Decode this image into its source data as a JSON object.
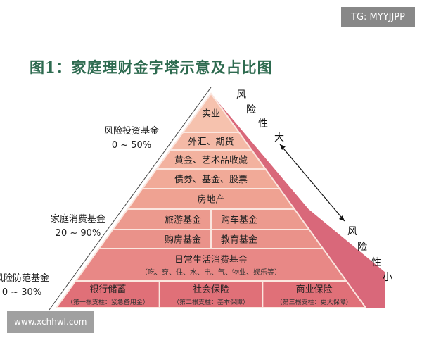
{
  "badge": "TG: MYYJJPP",
  "title": "图1：家庭理财金字塔示意及占比图",
  "watermark": "www.xchhwl.com",
  "groups": [
    {
      "name": "风险投资基金",
      "range": "0 ~ 50%"
    },
    {
      "name": "家庭消费基金",
      "range": "20 ~ 90%"
    },
    {
      "name": "风险防范基金",
      "range": "0 ~ 30%"
    }
  ],
  "risk_high": [
    "风",
    "险",
    "性",
    "大"
  ],
  "risk_low": [
    "风",
    "险",
    "性",
    "小"
  ],
  "layers": [
    {
      "cells": [
        "实业"
      ],
      "color": "#f6c2ae"
    },
    {
      "cells": [
        "外汇、期货"
      ],
      "color": "#f4b9a6"
    },
    {
      "cells": [
        "黄金、艺术品收藏"
      ],
      "color": "#f3b29f"
    },
    {
      "cells": [
        "债券、基金、股票"
      ],
      "color": "#f1aa98"
    },
    {
      "cells": [
        "房地产"
      ],
      "color": "#efa292"
    },
    {
      "cells": [
        "旅游基金",
        "购车基金"
      ],
      "color": "#ec9a8e"
    },
    {
      "cells": [
        "购房基金",
        "教育基金"
      ],
      "color": "#ea928a"
    },
    {
      "cells": [
        "日常生活消费基金"
      ],
      "sub": [
        "（吃、穿、住、水、电、气、物业、娱乐等）"
      ],
      "color": "#e88886"
    },
    {
      "cells": [
        "银行储蓄",
        "社会保险",
        "商业保险"
      ],
      "sub": [
        "（第一根支柱：紧急备用金）",
        "（第二根支柱：基本保障）",
        "（第三根支柱：更大保障）"
      ],
      "color": "#e07078"
    }
  ]
}
